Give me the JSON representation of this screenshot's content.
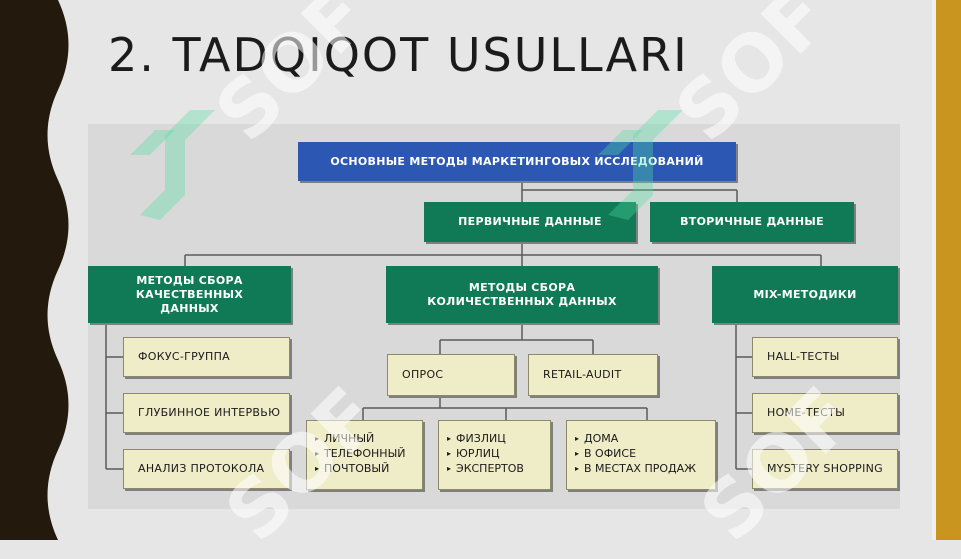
{
  "slide": {
    "title": "2. TADQIQOT USULLARI"
  },
  "diagram": {
    "root": "ОСНОВНЫЕ МЕТОДЫ МАРКЕТИНГОВЫХ ИССЛЕДОВАНИЙ",
    "primary_data": "ПЕРВИЧНЫЕ ДАННЫЕ",
    "secondary_data": "ВТОРИЧНЫЕ ДАННЫЕ",
    "qualitative": {
      "title": "МЕТОДЫ СБОРА КАЧЕСТВЕННЫХ ДАННЫХ",
      "items": [
        "ФОКУС-ГРУППА",
        "ГЛУБИННОЕ ИНТЕРВЬЮ",
        "АНАЛИЗ ПРОТОКОЛА"
      ]
    },
    "quantitative": {
      "title": "МЕТОДЫ СБОРА КОЛИЧЕСТВЕННЫХ ДАННЫХ",
      "survey": "ОПРОС",
      "retail_audit": "RETAIL-AUDIT",
      "survey_modes": [
        "ЛИЧНЫЙ",
        "ТЕЛЕФОННЫЙ",
        "ПОЧТОВЫЙ"
      ],
      "respondent_types": [
        "ФИЗЛИЦ",
        "ЮРЛИЦ",
        "ЭКСПЕРТОВ"
      ],
      "locations": [
        "ДОМА",
        "В ОФИСЕ",
        "В МЕСТАХ ПРОДАЖ"
      ]
    },
    "mix": {
      "title": "MIX-МЕТОДИКИ",
      "items": [
        "HALL-ТЕСТЫ",
        "HOME-ТЕСТЫ",
        "MYSTERY SHOPPING"
      ]
    }
  },
  "watermark": {
    "text": "SOF"
  },
  "colors": {
    "root_box": "#2c58b4",
    "category_box": "#0f7a55",
    "leaf_box": "#efecc8",
    "accent_strip": "#c9951e",
    "dark_strip": "#231a0d"
  }
}
